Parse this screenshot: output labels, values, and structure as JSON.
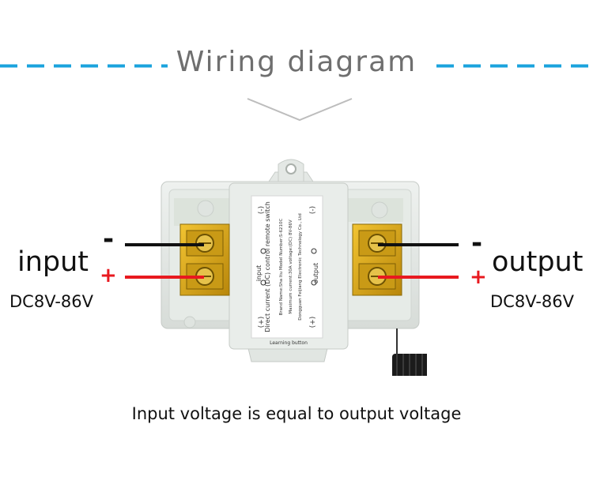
{
  "title": "Wiring diagram",
  "input": {
    "label": "input",
    "voltage": "DC8V-86V",
    "minus": "-",
    "plus": "+"
  },
  "output": {
    "label": "output",
    "voltage": "DC8V-86V",
    "minus": "-",
    "plus": "+"
  },
  "caption": "Input voltage is equal to output voltage",
  "device": {
    "sticker_title": "Direct current (DC) control remote switch",
    "sticker_lines": [
      "Brand Name:Sha Itu   Model Number:S-6210C",
      "Maximum current:30A   voltage:(DC) 8V-86V",
      "Dongguan Feijiang Electronic Technology Co., Ltd"
    ],
    "input_terminal_label": "input",
    "output_terminal_label": "output",
    "learning_button": "Learning button",
    "minus_mark": "(-)",
    "plus_mark": "(+)"
  },
  "colors": {
    "accent_blue": "#1aa3dd",
    "wire_red": "#e8191f",
    "wire_black": "#111111",
    "terminal_yellow": "#d9a516"
  }
}
